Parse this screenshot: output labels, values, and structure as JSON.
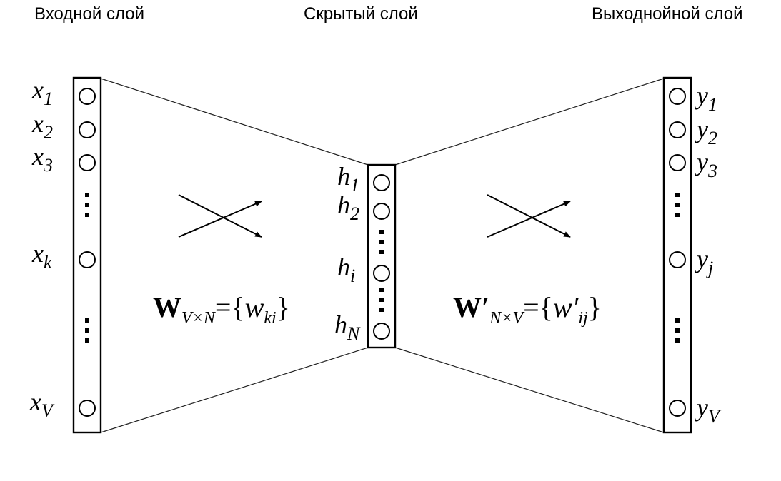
{
  "titles": {
    "input": "Входной слой",
    "hidden": "Скрытый слой",
    "output": "Выходнойной слой"
  },
  "input_layer": {
    "labels": [
      {
        "base": "x",
        "sub": "1"
      },
      {
        "base": "x",
        "sub": "2"
      },
      {
        "base": "x",
        "sub": "3"
      },
      {
        "base": "x",
        "sub": "k"
      },
      {
        "base": "x",
        "sub": "V"
      }
    ]
  },
  "hidden_layer": {
    "labels": [
      {
        "base": "h",
        "sub": "1"
      },
      {
        "base": "h",
        "sub": "2"
      },
      {
        "base": "h",
        "sub": "i"
      },
      {
        "base": "h",
        "sub": "N"
      }
    ]
  },
  "output_layer": {
    "labels": [
      {
        "base": "y",
        "sub": "1"
      },
      {
        "base": "y",
        "sub": "2"
      },
      {
        "base": "y",
        "sub": "3"
      },
      {
        "base": "y",
        "sub": "j"
      },
      {
        "base": "y",
        "sub": "V"
      }
    ]
  },
  "weights": {
    "input_hidden": {
      "symbol": "W",
      "sub": "V×N",
      "eq": "={",
      "elem": "w",
      "elem_sub": "ki",
      "close": "}"
    },
    "hidden_output": {
      "symbol": "W′",
      "sub": "N×V",
      "eq": "={",
      "elem": "w′",
      "elem_sub": "ij",
      "close": "}"
    }
  }
}
